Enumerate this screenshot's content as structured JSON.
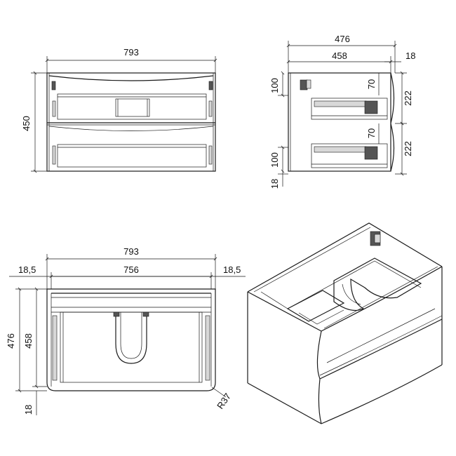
{
  "front_view": {
    "width_label": "793",
    "height_label": "450"
  },
  "side_view": {
    "depth_label": "476",
    "inner_depth_label": "458",
    "front_thickness_label": "18",
    "drawer_upper_label": "222",
    "drawer_lower_label": "222",
    "top_offset_label": "100",
    "bottom_offset_label": "100",
    "rail_upper_label": "70",
    "rail_lower_label": "70",
    "base_label": "18"
  },
  "top_view": {
    "overall_width_label": "793",
    "inner_width_label": "756",
    "side_left_label": "18,5",
    "side_right_label": "18,5",
    "depth_label": "476",
    "inner_depth_label": "458",
    "front_label": "18",
    "radius_label": "R37"
  }
}
